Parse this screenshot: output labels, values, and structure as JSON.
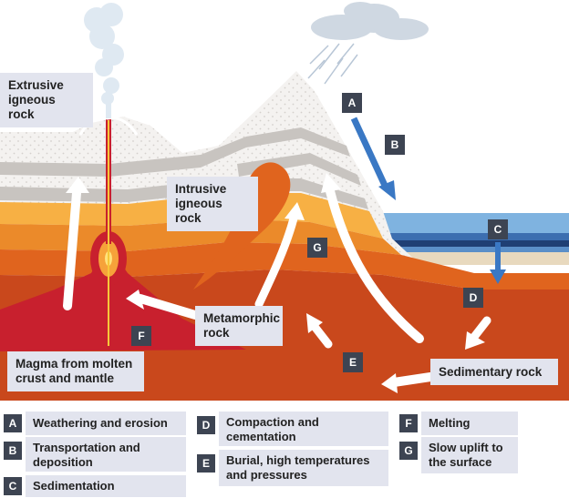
{
  "labels": {
    "extrusive": "Extrusive igneous rock",
    "intrusive": "Intrusive igneous rock",
    "metamorphic": "Metamorphic rock",
    "magma": "Magma from molten crust and mantle",
    "sedimentary": "Sedimentary rock"
  },
  "badges": {
    "a": "A",
    "b": "B",
    "c": "C",
    "d": "D",
    "e": "E",
    "f": "F",
    "g": "G"
  },
  "key": [
    {
      "letter": "A",
      "text": "Weathering and erosion"
    },
    {
      "letter": "B",
      "text": "Transportation and deposition"
    },
    {
      "letter": "C",
      "text": "Sedimentation"
    },
    {
      "letter": "D",
      "text": "Compaction and cementation"
    },
    {
      "letter": "E",
      "text": "Burial, high temperatures and pressures"
    },
    {
      "letter": "F",
      "text": "Melting"
    },
    {
      "letter": "G",
      "text": "Slow uplift to the surface"
    }
  ],
  "colors": {
    "mantle": "#c9481c",
    "magma": "#c8202e",
    "sea": "#5f9bd2",
    "arrow_blue": "#3a78c4",
    "badge": "#3d4452",
    "label_bg": "#e2e4ee"
  }
}
